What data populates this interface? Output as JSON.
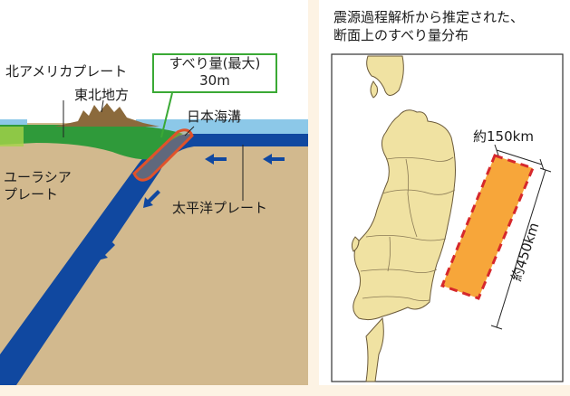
{
  "left_panel": {
    "north_american_plate": "北アメリカプレート",
    "tohoku": "東北地方",
    "callout_line1": "すべり量(最大)",
    "callout_line2": "30m",
    "japan_trench": "日本海溝",
    "eurasian_line1": "ユーラシア",
    "eurasian_line2": "プレート",
    "pacific_plate": "太平洋プレート"
  },
  "right_panel": {
    "title_line1": "震源過程解析から推定された、",
    "title_line2": "断面上のすべり量分布",
    "width_label": "約150km",
    "length_label": "約450km"
  },
  "colors": {
    "soil": "#d2b98e",
    "sea": "#8cc8e8",
    "plate": "#1048a0",
    "continent": "#2f9a3a",
    "land": "#f0e2a2",
    "slip": "#f7a63a",
    "slip_border": "#d6282c"
  }
}
